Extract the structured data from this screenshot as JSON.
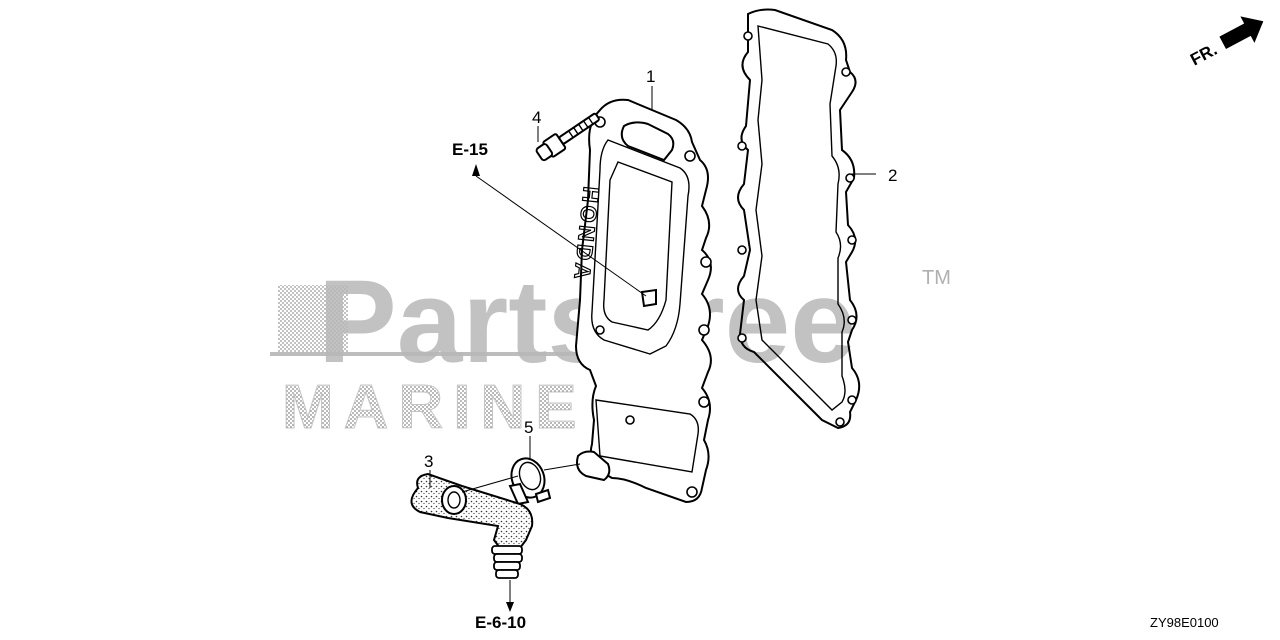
{
  "watermark": {
    "brand_text": "PartsTree",
    "trademark": "TM",
    "sub_text": "MARINE",
    "color": "#b8b8b8"
  },
  "direction_indicator": {
    "label": "FR."
  },
  "cover_emboss_text": "HONDA",
  "callouts": [
    {
      "id": "1",
      "label": "1"
    },
    {
      "id": "2",
      "label": "2"
    },
    {
      "id": "3",
      "label": "3"
    },
    {
      "id": "4",
      "label": "4"
    },
    {
      "id": "5",
      "label": "5"
    }
  ],
  "references": [
    {
      "id": "e15",
      "label": "E-15"
    },
    {
      "id": "e610",
      "label": "E-6-10"
    }
  ],
  "diagram_code": "ZY98E0100"
}
